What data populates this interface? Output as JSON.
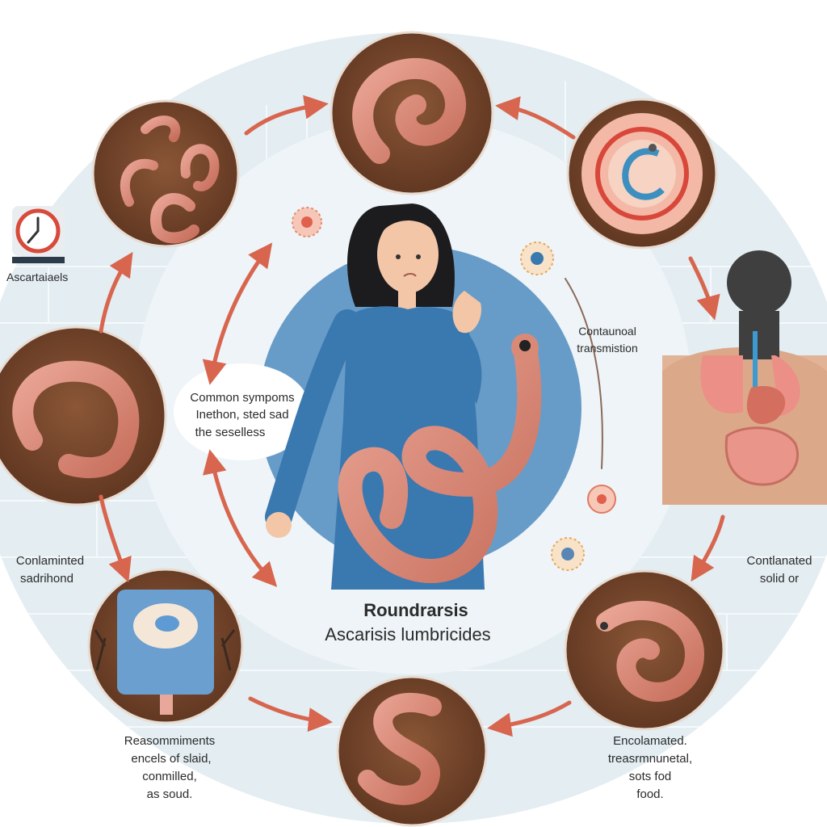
{
  "diagram": {
    "title_line1": "Roundrarsis",
    "title_line2": "Ascarisis lumbricides",
    "labels": {
      "clock_label": "Ascartaiaels",
      "symptoms": [
        "Common sympoms",
        "Inethon, sted sad",
        "the seselless"
      ],
      "transmission": [
        "Contaunoal",
        "transmistion"
      ],
      "contaminated_left": [
        "Conlaminted",
        "sadrihond"
      ],
      "contaminated_right": [
        "Contlanated",
        "solid or"
      ],
      "bottom_left": [
        "Reasommiments",
        "encels of slaid,",
        "conmilled,",
        "as soud."
      ],
      "bottom_right": [
        "Encolamated.",
        "treasrmnunetal,",
        "sots fod",
        "food."
      ]
    }
  },
  "colors": {
    "background_ring": "#e3edf2",
    "inner_circle": "#eef4f7",
    "center_blue": "#4f8cc0",
    "soil_brown": "#7a4a2e",
    "worm_pink": "#d98a77",
    "arrow_red": "#d8654e",
    "dress_blue": "#3a78b0"
  }
}
